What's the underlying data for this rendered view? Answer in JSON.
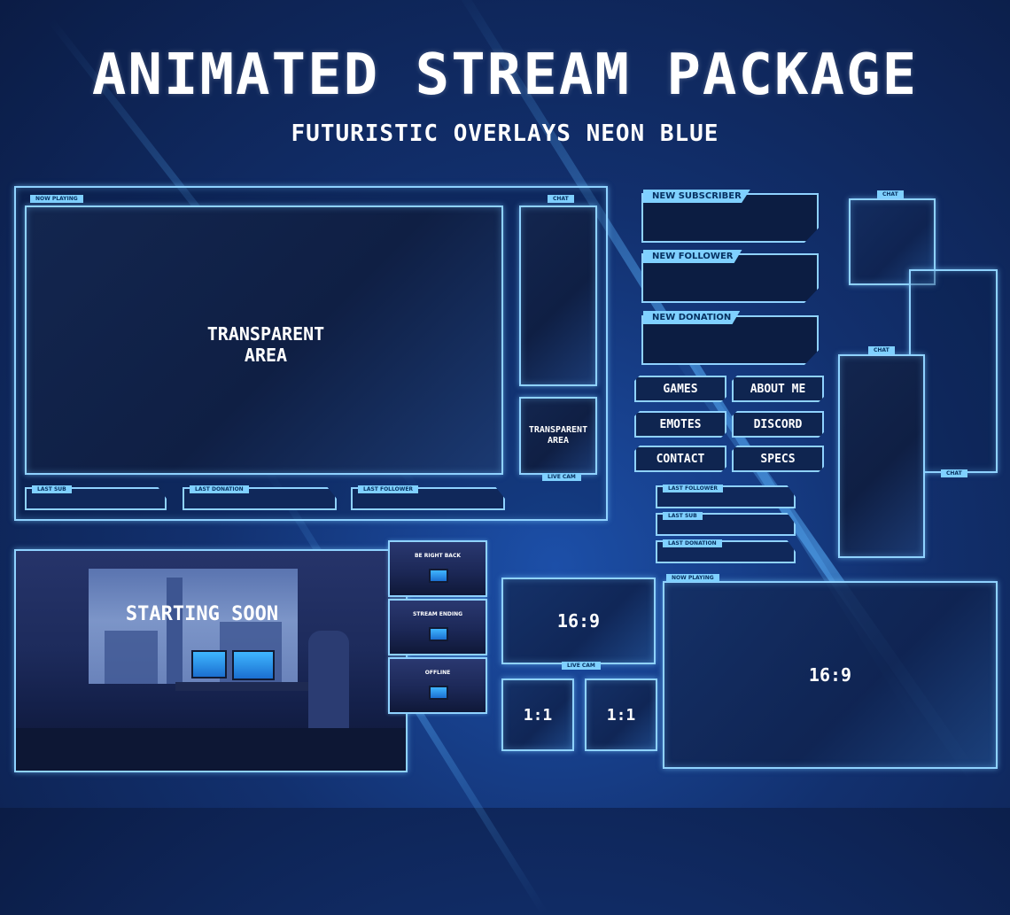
{
  "header": {
    "title": "ANIMATED STREAM PACKAGE",
    "subtitle": "FUTURISTIC OVERLAYS NEON BLUE"
  },
  "main_overlay": {
    "now_playing": "NOW PLAYING",
    "chat": "CHAT",
    "center_label": "TRANSPARENT AREA",
    "cam_label": "TRANSPARENT AREA",
    "live_cam": "LIVE CAM",
    "bars": [
      "LAST SUB",
      "LAST DONATION",
      "LAST FOLLOWER"
    ]
  },
  "alerts": [
    "NEW SUBSCRIBER",
    "NEW FOLLOWER",
    "NEW DONATION"
  ],
  "panels": [
    "GAMES",
    "ABOUT ME",
    "EMOTES",
    "DISCORD",
    "CONTACT",
    "SPECS"
  ],
  "small_bars": [
    "LAST FOLLOWER",
    "LAST SUB",
    "LAST DONATION"
  ],
  "chat_boxes": [
    "CHAT",
    "CHAT",
    "CHAT"
  ],
  "scenes": {
    "main": "STARTING SOON",
    "thumbs": [
      "BE RIGHT BACK",
      "STREAM ENDING",
      "OFFLINE"
    ]
  },
  "webcams": {
    "wide": "16:9",
    "large": "16:9",
    "square1": "1:1",
    "square2": "1:1",
    "live_cam": "LIVE CAM",
    "now_playing": "NOW PLAYING"
  },
  "colors": {
    "accent": "#8fd2ff",
    "background": "#12306e"
  }
}
